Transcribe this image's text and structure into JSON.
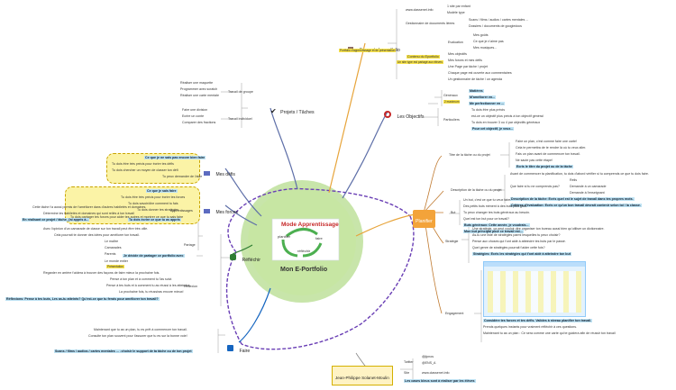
{
  "center": {
    "title": "Mode Apprentissage",
    "subtitle": "Mon E-Portfolio",
    "cycle": [
      "planifier",
      "faire",
      "réfléchir"
    ]
  },
  "portfolio": {
    "label": "Support du portfolio",
    "note": "Portfolio d'apprentissage et de présentation",
    "web": "www.classenet.info",
    "web_items": [
      "1 site par enfant",
      "Modèle type"
    ],
    "gestion": "Gestionnaire de documents liéees",
    "gestion_items": [
      "Scans / films / audios / cartes mentales ...",
      "Dossiers / documents de googledocs"
    ],
    "evaluation": "Evaluation",
    "eval_items": [
      "Mes goûts",
      "Ce que je n'aime pas",
      "Mes musiques..."
    ],
    "contenu": "Contenu du Eportfolio",
    "contenu_note": "Un site type est partagé aux élèves",
    "contenu_items": [
      "Mes objectifs",
      "Mes forces et mes défis",
      "Une Page par tâche / projet",
      "Chaque page est ouverte aux commentaires",
      "Un gestionnaire de tâche / un agenda"
    ]
  },
  "objectifs": {
    "label": "Les Objectifs",
    "generaux": "Généraux",
    "generaux_note": "2 maximum",
    "generaux_items": [
      "Matières",
      "M'améliorer en...",
      "Me perfectionner en ..."
    ],
    "particuliers": "Particuliers",
    "particuliers_items": [
      "Tu dois être plus précis",
      "est-ce un objectif plus précis à ton objectif général",
      "Tu dois en trouver 3 ou 4 par objectifs généraux",
      "Pour cet objectif, je veux..."
    ]
  },
  "projets": {
    "label": "Projets / Tâches",
    "groupe": "Travail de groupe",
    "groupe_items": [
      "Réaliser une maquette",
      "Programmer avec scratch",
      "Réaliser une carte mentale"
    ],
    "individuel": "Travail individuel",
    "individuel_items": [
      "Faire une division",
      "Ecrire un conte",
      "Comparer des fractions"
    ]
  },
  "defis": {
    "label": "Mes défis",
    "items": [
      "Ce que je ne sais pas encore bien faire",
      "Tu dois être très précis pour écrire tes défis",
      "Tu dois chercher un moyen de classer ton défi",
      "Tu peux demander de l'aide"
    ]
  },
  "forces": {
    "label": "Mes forces",
    "items": [
      "Ce que je sais faire",
      "Tu dois être très précis pour écrire tes forces",
      "Tu dois savoir/dire comment tu fais",
      "Tu dois donner tes stratégies",
      "Tu dois partager tes forces pour aider tes autres et montrer ce que tu sais faire"
    ]
  },
  "reflechir": {
    "label": "Réfléchir",
    "apprentissages": "Apprentissages",
    "app_items": [
      "Cette tâche t'a aussi permis de t'améliorer dans d'autres habiletés et domaines.",
      "Détermine les habiletés et domaines qui sont reliés à ton travail",
      "En réalisant ce projet / tâche, j'ai appris à...",
      "Tu dois écrire ce que tu as appris"
    ],
    "partage": "Partage",
    "partage_items": [
      "Avec l'opinion d'un camarade de classe sur ton travail peut être très utile.",
      "Cela pourrait te donner des idées pour améliorer ton travail.",
      "Le maître",
      "Camarades",
      "Parents",
      "Je décide de partager ce portfolio avec",
      "Le monde entier",
      "Présentation"
    ],
    "reflexion": "Réflexion",
    "reflexion_items": [
      "Regarder en arrière t'aidera à trouver des façons de faire mieux la prochaine fois.",
      "Pense à ton plan et à comment tu l'as suivi.",
      "Pense à tes buts et à comment tu as réussi à les atteindre.",
      "La prochaine fois, tu réussiras encore mieux!",
      "Réflexions: Pense à tes buts, Les as-tu atteints? Qu'est-ce que tu ferais pour améliorer ton travail?"
    ]
  },
  "faire": {
    "label": "Faire",
    "items": [
      "Maintenant que tu as un plan, tu es prêt à commencer ton travail.",
      "Consulte ton plan souvent pour t'assurer que tu es sur la bonne voie!",
      "Tu dois choisir le support de ta tâche ou de ton projet",
      "Scans / films / audios / cartes mentales ..."
    ]
  },
  "planifier": {
    "label": "Planifier",
    "titre": "Titre de la tâche ou du projet",
    "titre_items": [
      "Faire un plan, c'est comme faire une carte!",
      "Cela te permettra de te rendre là où tu veux aller.",
      "Fais un plan avant de commencer ton travail.",
      "Ne saute pas cette étape!",
      "Ecris le titre du projet ou de la tâche"
    ],
    "description": "Description de la tâche ou du projet",
    "desc_items": [
      "Avant de commencer ta planification, tu dois d'abord vérifier si tu comprends ce que tu dois faire.",
      "Que faire si tu ne comprends pas?",
      "Relis",
      "Demande à un camarade",
      "Demande à l'enseignant",
      "Description de la tâche: Ecris quel est le sujet de travail dans tes propres mots.",
      "Critères d'évaluation: Ecris ce qu'un bon travail devrait contenir selon toi / la classe."
    ],
    "but": "But",
    "but_items": [
      "Un but, c'est ce que tu veux faire.",
      "Des petits buts mènent à des buts plus gros.",
      "Tu peux changer tes buts généraux au besoin.",
      "Quel est ton but pour ce travail?",
      "Buts généraux: Cette année, je voudrais...",
      "Mon but principal pour ce travail est..."
    ],
    "strategie": "Stratégie",
    "strat_items": [
      "Une stratégie, ça peut vouloir dire organiser ton bureau aussi bien qu'utiliser un dictionnaire.",
      "As-tu une liste de stratégies parmi lesquelles tu peux choisir?",
      "Pense aux choses qui t'ont aidé à atteindre tes buts par le passé.",
      "Quel genre de stratégies pourrait t'aider cette fois?",
      "Stratégies: Ecris les stratégies qui t'ont aidé à atteindre ton but"
    ],
    "engagement": "Engagement",
    "eng_items": [
      "Considère tes forces et tes défis. Valides à niveau planifier ton travail.",
      "Prends quelques instants pour vraiment réfléchir à ces questions.",
      "Maintenant tu as un plan : Ce sera comme une carte qui te guidera afin de réussir ton travail"
    ]
  },
  "author": {
    "name": "Jean-Philippe Solanet-Moulin",
    "twitter": "Twitter",
    "twitter_items": [
      "@jlpnos",
      "@ENS_A"
    ],
    "site": "Site",
    "site_url": "www.classenet.info",
    "footer": "Les cases bleus sont à réaliser par les élèves"
  },
  "colors": {
    "cycle_green": "#4caf50",
    "dashed_purple": "#6a3fb5",
    "highlight_blue": "#bfe3f4",
    "cloud_yellow": "#fbf3a6",
    "planifier_orange": "#f3a33a"
  }
}
